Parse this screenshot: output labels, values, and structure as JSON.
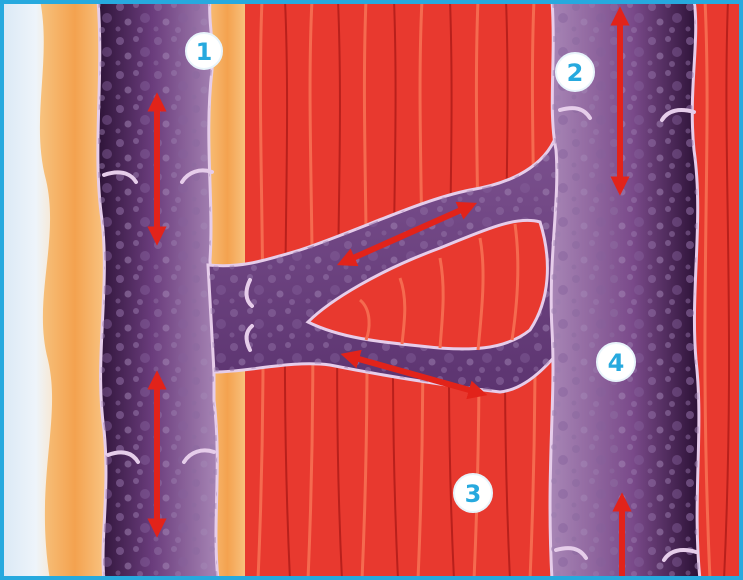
{
  "colors": {
    "frame": "#27a9de",
    "skin_light": "#fbe3c4",
    "fat": "#f4a24f",
    "muscle": "#e8392f",
    "muscle_fiber_dark": "#b8201c",
    "muscle_fiber_light": "#f56a4f",
    "vein_dark": "#3a1a45",
    "vein_mid": "#7a4a8a",
    "vein_light": "#c6a6d2",
    "vessel_wall": "#e6cdea",
    "arrow": "#e2231a",
    "badge_fill": "#ffffff",
    "badge_text": "#27a9de"
  },
  "icons": [
    "double-headed-arrow",
    "single-arrow-up"
  ],
  "labels": [
    {
      "id": "label-1",
      "text": "1"
    },
    {
      "id": "label-2",
      "text": "2"
    },
    {
      "id": "label-3",
      "text": "3"
    },
    {
      "id": "label-4",
      "text": "4"
    }
  ]
}
